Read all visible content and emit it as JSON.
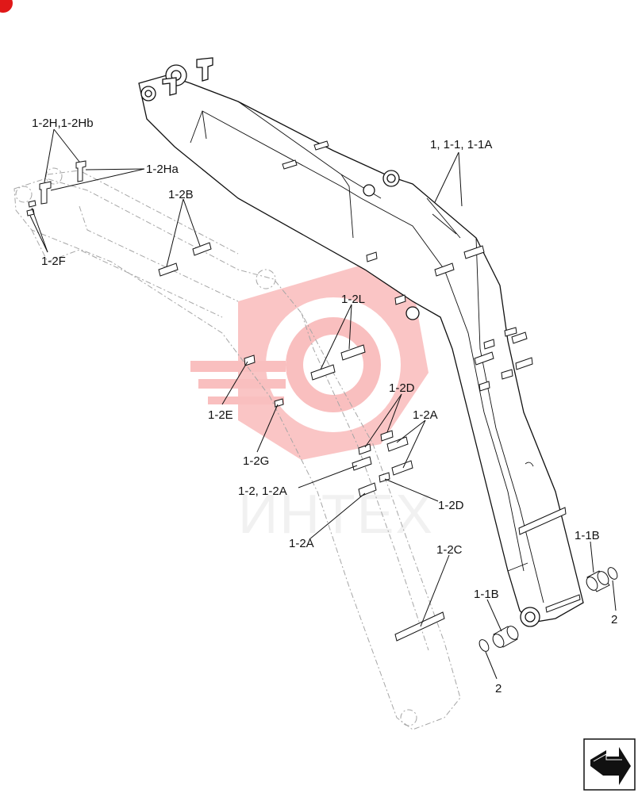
{
  "watermark": {
    "text": "ИНТЕХ",
    "color": "#f04a4a"
  },
  "labels": {
    "l_1_2h": "1-2H,1-2Hb",
    "l_1_2ha": "1-2Ha",
    "l_1_2f": "1-2F",
    "l_1_2b": "1-2B",
    "l_main": "1, 1-1, 1-1A",
    "l_1_2l": "1-2L",
    "l_1_2e": "1-2E",
    "l_1_2g": "1-2G",
    "l_1_2d_top": "1-2D",
    "l_1_2a_top": "1-2A",
    "l_1_2_1_2a": "1-2, 1-2A",
    "l_1_2d_bot": "1-2D",
    "l_1_2a_bot": "1-2A",
    "l_1_2c": "1-2C",
    "l_1_1b_right": "1-1B",
    "l_2_right": "2",
    "l_1_1b_left": "1-1B",
    "l_2_left": "2"
  },
  "icons": {
    "nav_corner": "next-page-arrow-icon",
    "corner_badge": "brand-badge-icon"
  }
}
